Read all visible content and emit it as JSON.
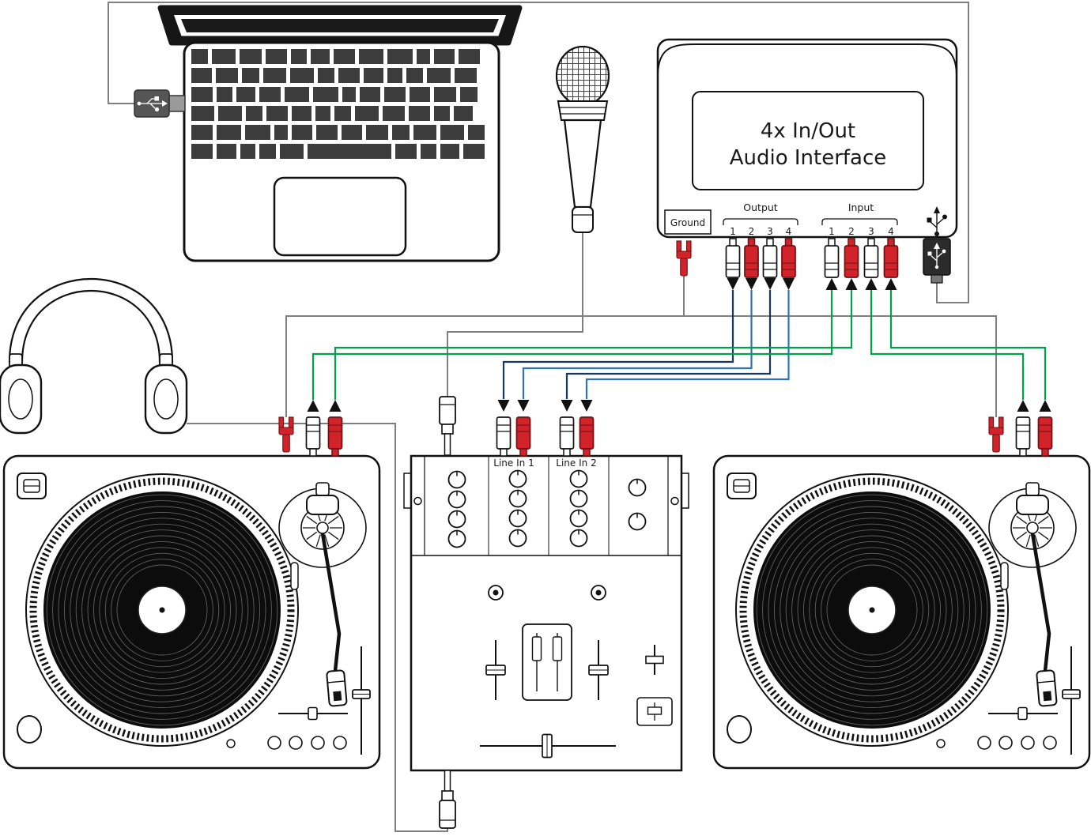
{
  "audio_interface": {
    "title_line1": "4x In/Out",
    "title_line2": "Audio Interface",
    "ground_label": "Ground",
    "output_label": "Output",
    "output_channels": [
      "1",
      "2",
      "3",
      "4"
    ],
    "input_label": "Input",
    "input_channels": [
      "1",
      "2",
      "3",
      "4"
    ]
  },
  "mixer": {
    "line_in_1_label": "Line In 1",
    "line_in_2_label": "Line In 2"
  },
  "icons": {
    "usb": "usb-trident-icon",
    "arrow_down": "arrow-down-icon",
    "arrow_up": "arrow-up-icon"
  },
  "colors": {
    "cable_gray": "#7f7f7f",
    "cable_green": "#00A14B",
    "cable_navy": "#17375E",
    "cable_blue": "#2E74B5",
    "connector_red": "#D2232A",
    "device_outline": "#111111"
  }
}
